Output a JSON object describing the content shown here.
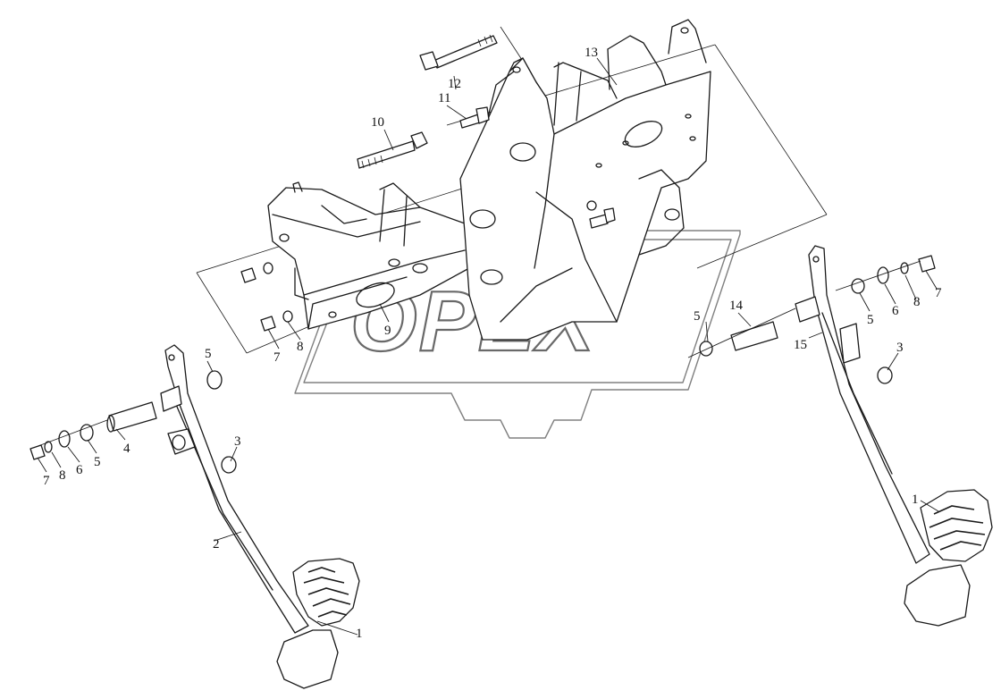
{
  "diagram": {
    "watermark": "OPEX",
    "callouts": [
      {
        "id": "c1a",
        "label": "1"
      },
      {
        "id": "c1b",
        "label": "1"
      },
      {
        "id": "c2",
        "label": "2"
      },
      {
        "id": "c3a",
        "label": "3"
      },
      {
        "id": "c3b",
        "label": "3"
      },
      {
        "id": "c4",
        "label": "4"
      },
      {
        "id": "c5a",
        "label": "5"
      },
      {
        "id": "c5b",
        "label": "5"
      },
      {
        "id": "c5c",
        "label": "5"
      },
      {
        "id": "c5d",
        "label": "5"
      },
      {
        "id": "c6a",
        "label": "6"
      },
      {
        "id": "c6b",
        "label": "6"
      },
      {
        "id": "c7a",
        "label": "7"
      },
      {
        "id": "c7b",
        "label": "7"
      },
      {
        "id": "c7c",
        "label": "7"
      },
      {
        "id": "c8a",
        "label": "8"
      },
      {
        "id": "c8b",
        "label": "8"
      },
      {
        "id": "c8c",
        "label": "8"
      },
      {
        "id": "c9",
        "label": "9"
      },
      {
        "id": "c10",
        "label": "10"
      },
      {
        "id": "c11",
        "label": "11"
      },
      {
        "id": "c12",
        "label": "12"
      },
      {
        "id": "c13",
        "label": "13"
      },
      {
        "id": "c14",
        "label": "14"
      },
      {
        "id": "c15",
        "label": "15"
      }
    ]
  }
}
